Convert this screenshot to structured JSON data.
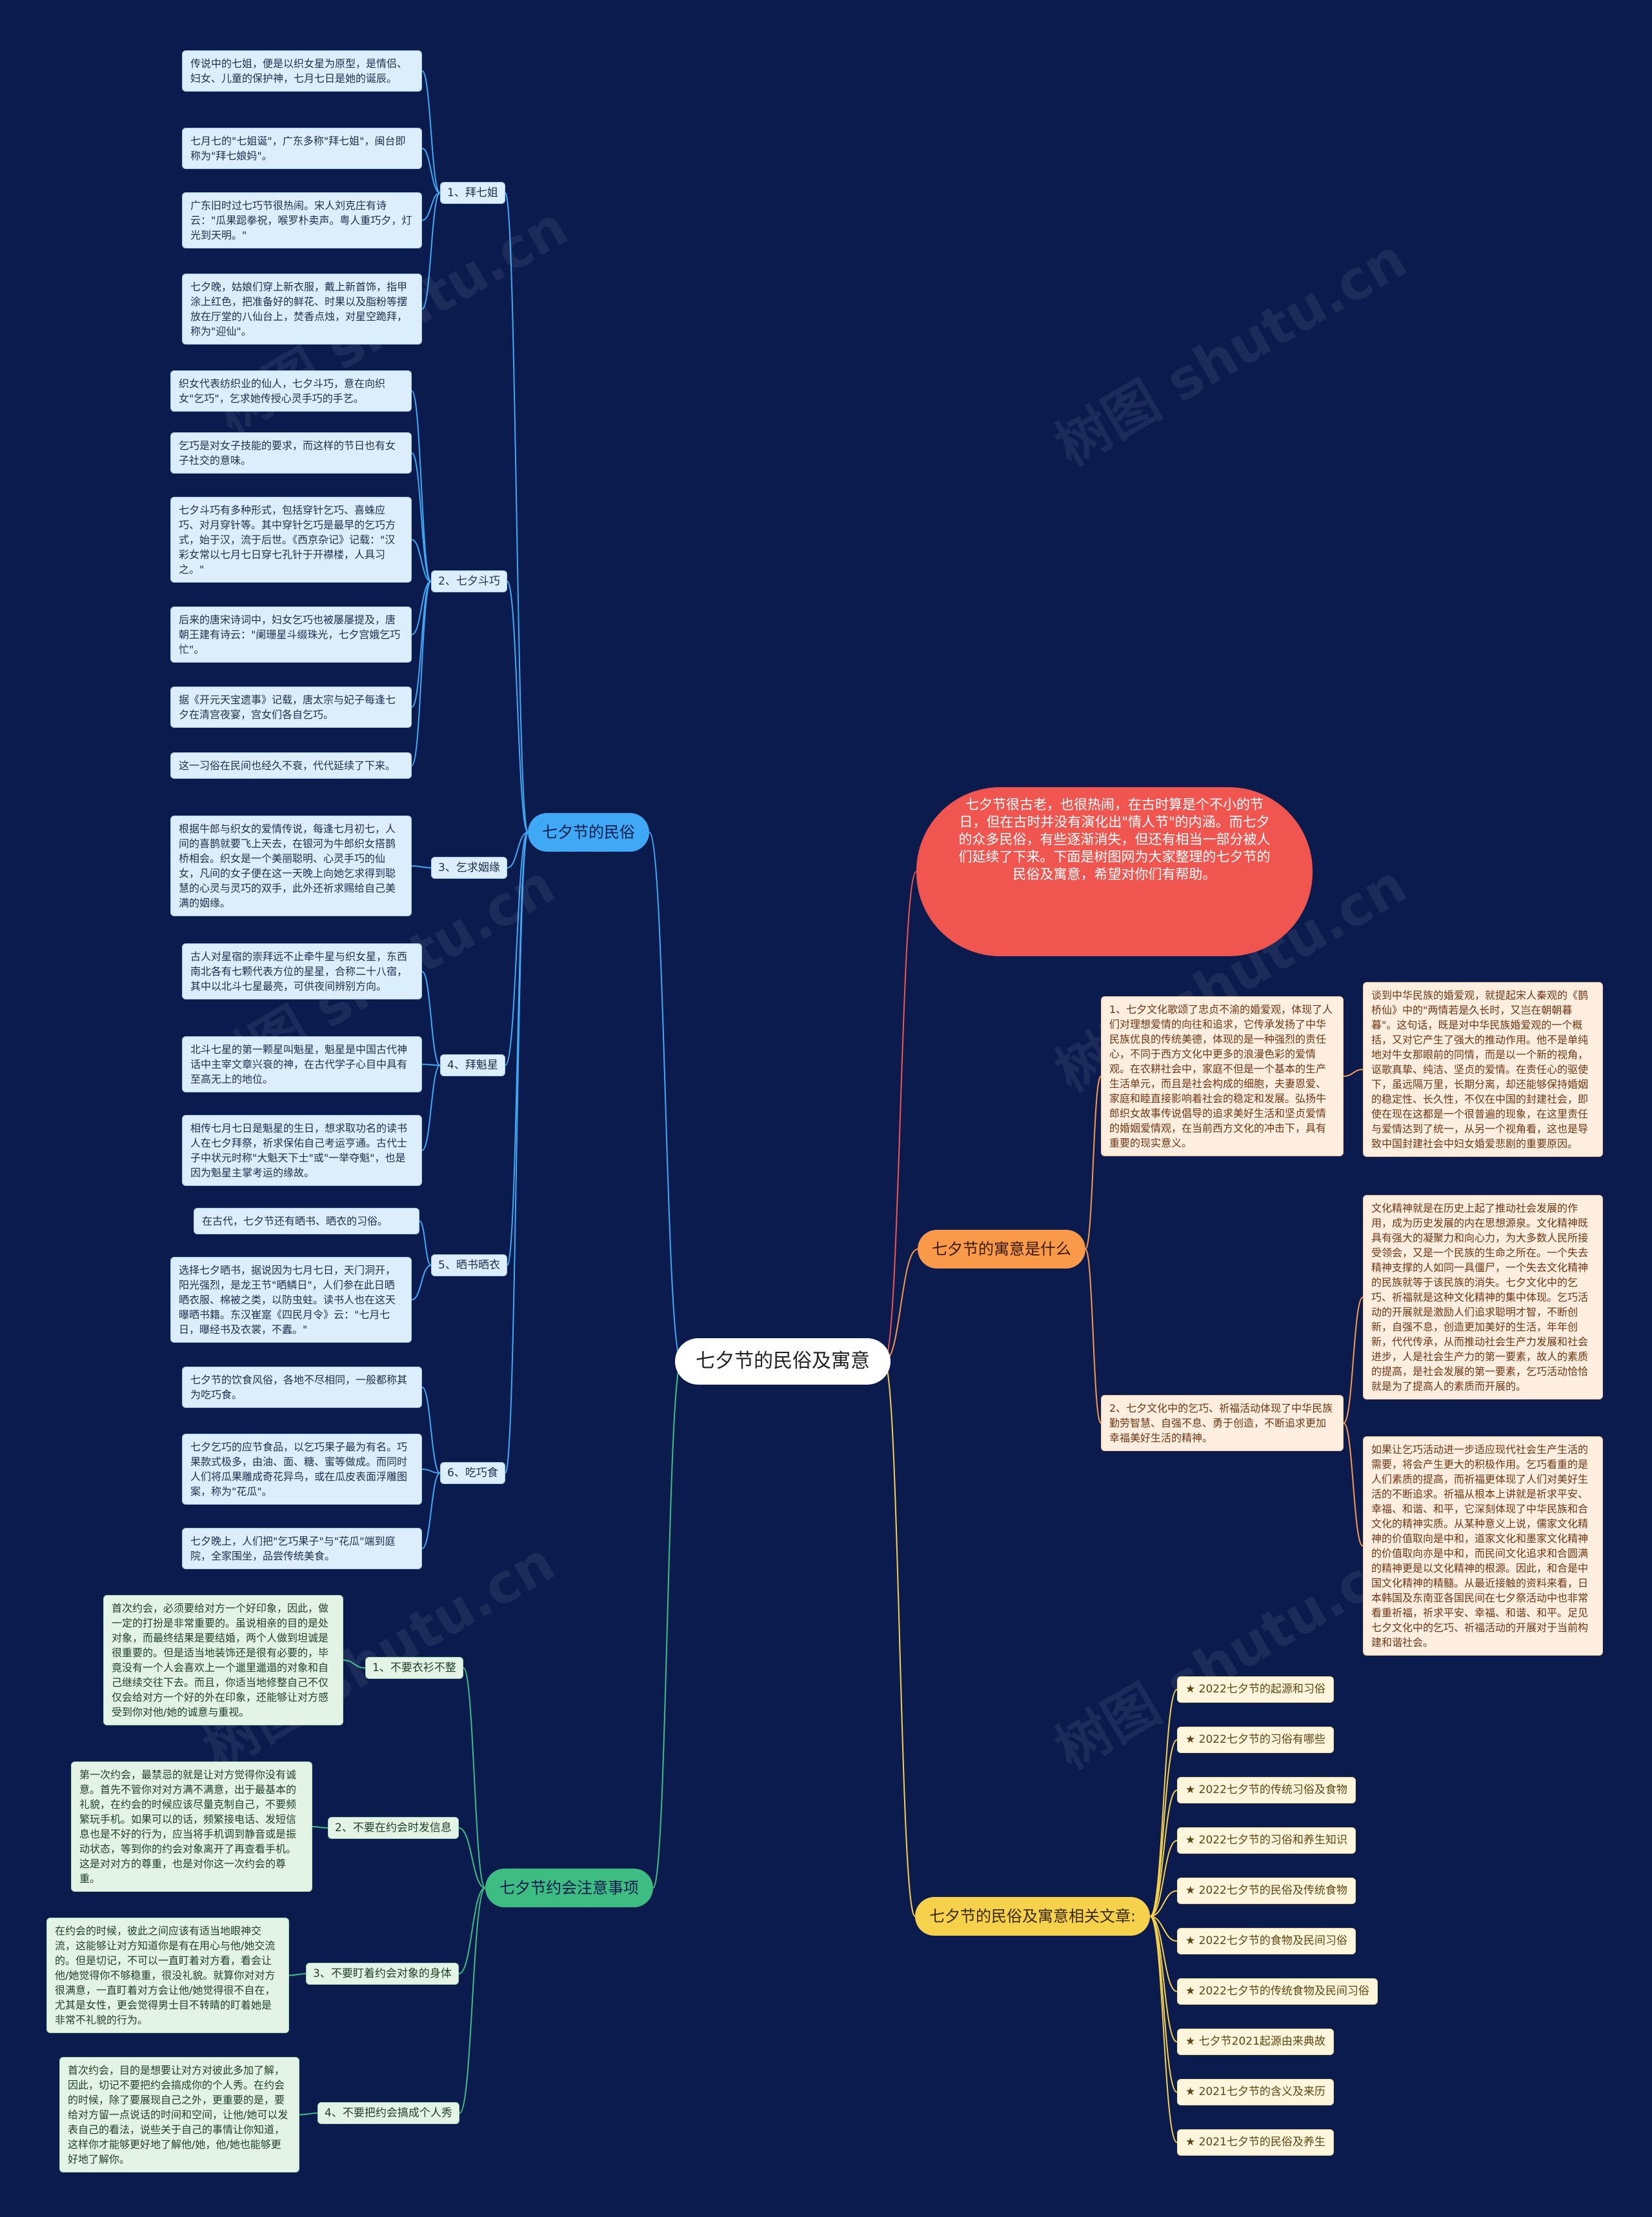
{
  "center": "七夕节的民俗及寓意",
  "watermark": "树图 shutu.cn",
  "intro": "七夕节很古老，也很热闹，在古时算是个不小的节日，但在古时并没有演化出\"情人节\"的内涵。而七夕的众多民俗，有些逐渐消失，但还有相当一部分被人们延续了下来。下面是树图网为大家整理的七夕节的民俗及寓意，希望对你们有帮助。",
  "customs": {
    "title": "七夕节的民俗",
    "groups": [
      {
        "label": "1、拜七姐",
        "items": [
          "传说中的七姐，便是以织女星为原型，是情侣、妇女、儿童的保护神，七月七日是她的诞辰。",
          "七月七的\"七姐诞\"，广东多称\"拜七姐\"，闽台即称为\"拜七娘妈\"。",
          "广东旧时过七巧节很热闹。宋人刘克庄有诗云：\"瓜果跽拳祝，喉罗朴卖声。粤人重巧夕，灯光到天明。\"",
          "七夕晚，姑娘们穿上新衣服，戴上新首饰，指甲涂上红色，把准备好的鲜花、时果以及脂粉等摆放在厅堂的八仙台上，焚香点烛，对星空跪拜，称为\"迎仙\"。"
        ]
      },
      {
        "label": "2、七夕斗巧",
        "items": [
          "织女代表纺织业的仙人，七夕斗巧，意在向织女\"乞巧\"，乞求她传授心灵手巧的手艺。",
          "乞巧是对女子技能的要求，而这样的节日也有女子社交的意味。",
          "七夕斗巧有多种形式，包括穿针乞巧、喜蛛应巧、对月穿针等。其中穿针乞巧是最早的乞巧方式，始于汉，流于后世。《西京杂记》记载：\"汉彩女常以七月七日穿七孔针于开襟楼，人具习之。\"",
          "后来的唐宋诗词中，妇女乞巧也被屡屡提及，唐朝王建有诗云：\"阑珊星斗缀珠光，七夕宫娥乞巧忙\"。",
          "据《开元天宝遗事》记载，唐太宗与妃子每逢七夕在清宫夜宴，宫女们各自乞巧。",
          "这一习俗在民间也经久不衰，代代延续了下来。"
        ]
      },
      {
        "label": "3、乞求姻缘",
        "items": [
          "根据牛郎与织女的爱情传说，每逢七月初七，人间的喜鹊就要飞上天去，在银河为牛郎织女搭鹊桥相会。织女是一个美丽聪明、心灵手巧的仙女，凡间的女子便在这一天晚上向她乞求得到聪慧的心灵与灵巧的双手，此外还祈求赐给自己美满的姻缘。"
        ]
      },
      {
        "label": "4、拜魁星",
        "items": [
          "古人对星宿的崇拜远不止牵牛星与织女星，东西南北各有七颗代表方位的星星，合称二十八宿，其中以北斗七星最亮，可供夜间辨别方向。",
          "北斗七星的第一颗星叫魁星，魁星是中国古代神话中主宰文章兴衰的神，在古代学子心目中具有至高无上的地位。",
          "相传七月七日是魁星的生日，想求取功名的读书人在七夕拜祭，祈求保佑自己考运亨通。古代士子中状元时称\"大魁天下士\"或\"一举夺魁\"，也是因为魁星主掌考运的缘故。"
        ]
      },
      {
        "label": "5、晒书晒衣",
        "items": [
          "在古代，七夕节还有晒书、晒衣的习俗。",
          "选择七夕晒书，据说因为七月七日，天门洞开，阳光强烈，是龙王节\"晒鳞日\"，人们参在此日晒晒衣服、棉被之类，以防虫蛀。读书人也在这天曝晒书籍。东汉崔寔《四民月令》云：\"七月七日，曝经书及衣裳，不蠹。\""
        ]
      },
      {
        "label": "6、吃巧食",
        "items": [
          "七夕节的饮食风俗，各地不尽相同，一般都称其为吃巧食。",
          "七夕乞巧的应节食品，以乞巧果子最为有名。巧果款式极多，由油、面、糖、蜜等做成。而同时人们将瓜果雕成奇花异鸟，或在瓜皮表面浮雕图案，称为\"花瓜\"。",
          "七夕晚上，人们把\"乞巧果子\"与\"花瓜\"端到庭院，全家围坐，品尝传统美食。"
        ]
      }
    ]
  },
  "meaning": {
    "title": "七夕节的寓意是什么",
    "items": [
      {
        "label": "1、七夕文化歌颂了忠贞不渝的婚爱观，体现了人们对理想爱情的向往和追求，它传承发扬了中华民族优良的传统美德，体现的是一种强烈的责任心，不同于西方文化中更多的浪漫色彩的爱情观。在农耕社会中，家庭不但是一个基本的生产生活单元，而且是社会构成的细胞，夫妻恩爱、家庭和睦直接影响着社会的稳定和发展。弘扬牛郎织女故事传说倡导的追求美好生活和坚贞爱情的婚姻爱情观，在当前西方文化的冲击下，具有重要的现实意义。",
        "details": [
          "谈到中华民族的婚爱观，就提起宋人秦观的《鹊桥仙》中的\"两情若是久长时，又岂在朝朝暮暮\"。这句话，既是对中华民族婚爱观的一个概括，又对它产生了强大的推动作用。他不是单纯地对牛女那眼前的同情，而是以一个新的视角，讴歌真挚、纯洁、坚贞的爱情。在责任心的驱使下，虽远隔万里，长期分离，却还能够保持婚姻的稳定性、长久性，不仅在中国的封建社会，即使在现在这都是一个很普遍的现象，在这里责任与爱情达到了统一，从另一个视角看，这也是导致中国封建社会中妇女婚爱悲剧的重要原因。"
        ]
      },
      {
        "label": "2、七夕文化中的乞巧、祈福活动体现了中华民族勤劳智慧、自强不息、勇于创造，不断追求更加幸福美好生活的精神。",
        "details": [
          "文化精神就是在历史上起了推动社会发展的作用，成为历史发展的内在思想源泉。文化精神既具有强大的凝聚力和向心力，为大多数人民所接受领会，又是一个民族的生命之所在。一个失去精神支撑的人如同一具僵尸，一个失去文化精神的民族就等于该民族的消失。七夕文化中的乞巧、祈福就是这种文化精神的集中体现。乞巧活动的开展就是激励人们追求聪明才智，不断创新，自强不息，创造更加美好的生活，年年创新，代代传承，从而推动社会生产力发展和社会进步，人是社会生产力的第一要素，故人的素质的提高，是社会发展的第一要素，乞巧活动恰恰就是为了提高人的素质而开展的。",
          "如果让乞巧活动进一步适应现代社会生产生活的需要，将会产生更大的积极作用。乞巧看重的是人们素质的提高，而祈福更体现了人们对美好生活的不断追求。祈福从根本上讲就是祈求平安、幸福、和谐、和平，它深刻体现了中华民族和合文化的精神实质。从某种意义上说，儒家文化精神的价值取向是中和，道家文化和墨家文化精神的价值取向亦是中和，而民间文化追求和合圆满的精神更是以文化精神的根源。因此，和合是中国文化精神的精髓。从最近接触的资料来看，日本韩国及东南亚各国民间在七夕祭活动中也非常看重祈福，祈求平安、幸福、和谐、和平。足见七夕文化中的乞巧、祈福活动的开展对于当前构建和谐社会。"
        ]
      }
    ]
  },
  "dating": {
    "title": "七夕节约会注意事项",
    "groups": [
      {
        "label": "1、不要衣衫不整",
        "text": "首次约会，必须要给对方一个好印象，因此，做一定的打扮是非常重要的。虽说相亲的目的是处对象，而最终结果是要结婚，两个人做到坦诚是很重要的。但是适当地装饰还是很有必要的，毕竟没有一个人会喜欢上一个邋里邋遢的对象和自己继续交往下去。而且，你适当地修整自己不仅仅会给对方一个好的外在印象，还能够让对方感受到你对他/她的诚意与重视。"
      },
      {
        "label": "2、不要在约会时发信息",
        "text": "第一次约会，最禁忌的就是让对方觉得你没有诚意。首先不管你对对方满不满意，出于最基本的礼貌，在约会的时候应该尽量克制自己，不要频繁玩手机。如果可以的话，频繁接电话、发短信息也是不好的行为，应当将手机调到静音或是振动状态，等到你的约会对象离开了再查看手机。这是对对方的尊重，也是对你这一次约会的尊重。"
      },
      {
        "label": "3、不要盯着约会对象的身体",
        "text": "在约会的时候，彼此之间应该有适当地眼神交流，这能够让对方知道你是有在用心与他/她交流的。但是切记，不可以一直盯着对方看，看会让他/她觉得你不够稳重，很没礼貌。就算你对对方很满意，一直盯着对方会让他/她觉得很不自在，尤其是女性，更会觉得男士目不转睛的盯着她是非常不礼貌的行为。"
      },
      {
        "label": "4、不要把约会搞成个人秀",
        "text": "首次约会，目的是想要让对方对彼此多加了解，因此，切记不要把约会搞成你的个人秀。在约会的时候，除了要展现自己之外，更重要的是，要给对方留一点说话的时间和空间，让他/她可以发表自己的看法，说些关于自己的事情让你知道，这样你才能够更好地了解他/她，他/她也能够更好地了解你。"
      }
    ]
  },
  "articles": {
    "title": "七夕节的民俗及寓意相关文章:",
    "items": [
      "★ 2022七夕节的起源和习俗",
      "★ 2022七夕节的习俗有哪些",
      "★ 2022七夕节的传统习俗及食物",
      "★ 2022七夕节的习俗和养生知识",
      "★ 2022七夕节的民俗及传统食物",
      "★ 2022七夕节的食物及民间习俗",
      "★ 2022七夕节的传统食物及民间习俗",
      "★ 七夕节2021起源由来典故",
      "★ 2021七夕节的含义及来历",
      "★ 2021七夕节的民俗及养生"
    ]
  },
  "colors": {
    "background": "#0b1b4e",
    "customs": "#3fa9f5",
    "meaning": "#f99a4b",
    "dating": "#3ebd83",
    "articles": "#f5d14c",
    "intro": "#f0564f"
  }
}
